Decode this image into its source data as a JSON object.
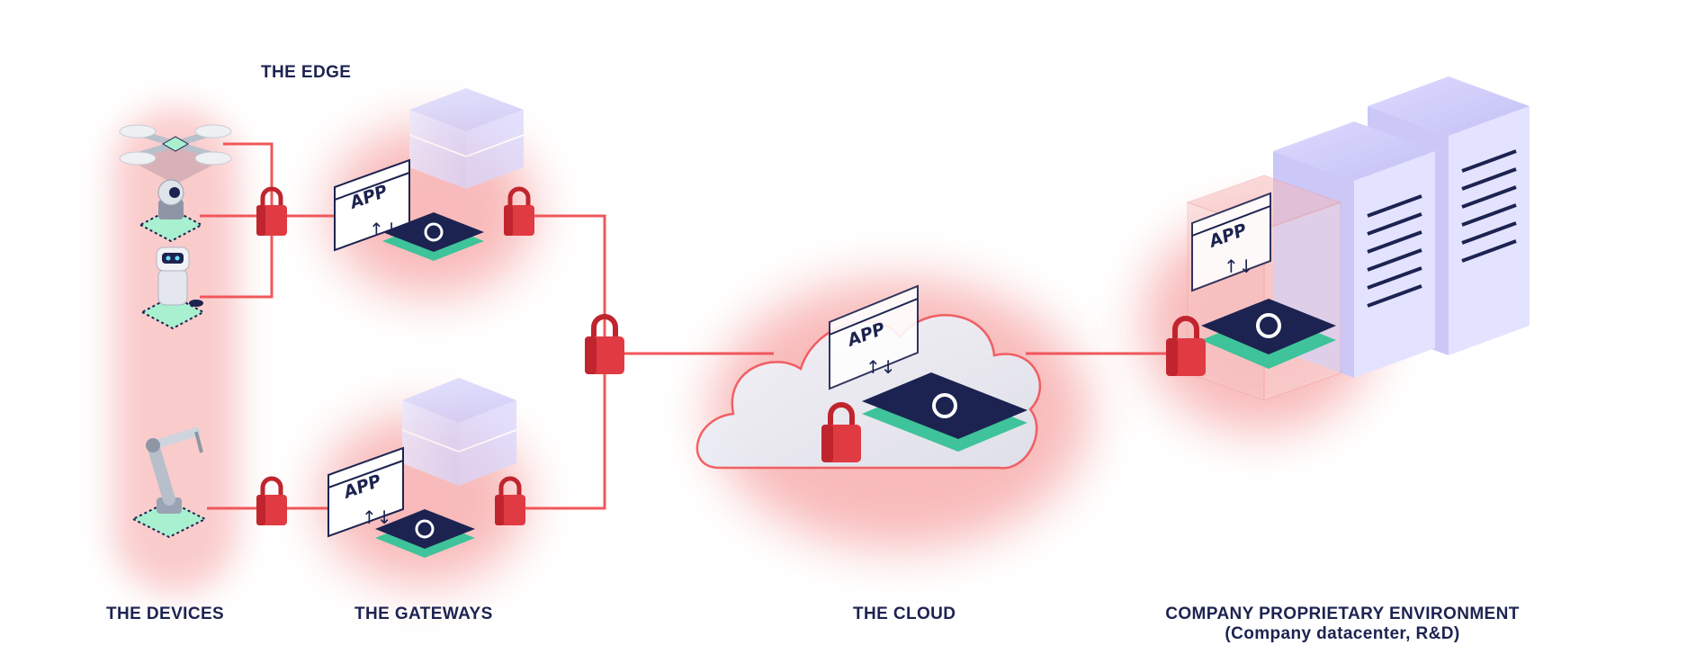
{
  "labels": {
    "edge": "THE EDGE",
    "devices": "THE DEVICES",
    "gateways": "THE GATEWAYS",
    "cloud": "THE CLOUD",
    "company": "COMPANY PROPRIETARY ENVIRONMENT",
    "company_sub": "(Company datacenter, R&D)"
  },
  "app_label": "APP",
  "colors": {
    "connector": "#f0575b",
    "lock": "#e03a43",
    "navy": "#1c2350",
    "teal": "#3ec39a",
    "server": "#c9c6f7",
    "glow": "#f8b8b8"
  },
  "icons": [
    "drone-icon",
    "camera-icon",
    "robot-icon",
    "robotic-arm-icon",
    "lock-icon",
    "server-icon",
    "cloud-icon",
    "app-window-icon",
    "chip-icon"
  ]
}
